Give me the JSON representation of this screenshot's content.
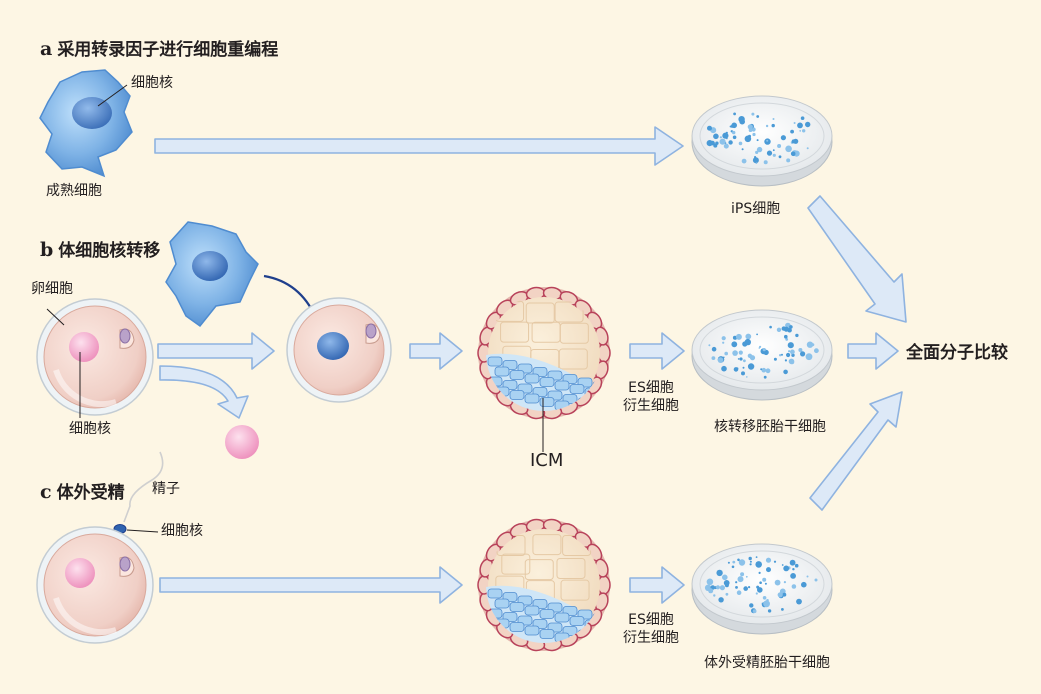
{
  "sections": {
    "a": {
      "letter": "a",
      "title": "采用转录因子进行细胞重编程"
    },
    "b": {
      "letter": "b",
      "title": "体细胞核转移"
    },
    "c": {
      "letter": "c",
      "title": "体外受精"
    }
  },
  "labels": {
    "nucleus_a": "细胞核",
    "mature_cell": "成熟细胞",
    "ips_cell": "iPS细胞",
    "oocyte": "卵细胞",
    "nucleus_b": "细胞核",
    "icm": "ICM",
    "es_derived_b": [
      "ES细胞",
      "衍生细胞"
    ],
    "nt_es_cell": "核转移胚胎干细胞",
    "sperm": "精子",
    "nucleus_c": "细胞核",
    "es_derived_c": [
      "ES细胞",
      "衍生细胞"
    ],
    "ivf_es_cell": "体外受精胚胎干细胞",
    "comparison": "全面分子比较"
  },
  "colors": {
    "background": "#fdf6e4",
    "arrow_fill": "#dde9f7",
    "arrow_stroke": "#8fb3e0",
    "cell_blue": "#6fa6df",
    "nucleus_blue": "#3f78c3",
    "oocyte_pink": "#f3d3cf",
    "pronucleus_pink": "#f4a8cc",
    "blastocyst_red": "#b8425a",
    "icm_blue": "#a9d2f2",
    "dish_dots": "#4a9ad6"
  }
}
